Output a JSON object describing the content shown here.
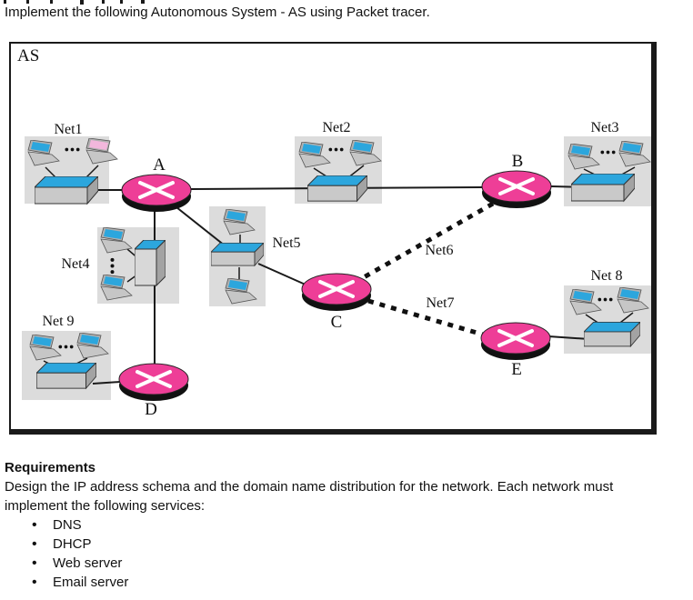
{
  "page": {
    "instruction": "Implement the following Autonomous System - AS using Packet tracer."
  },
  "diagram": {
    "as_label": "AS",
    "routers": {
      "a": "A",
      "b": "B",
      "c": "C",
      "d": "D",
      "e": "E"
    },
    "networks": {
      "net1": "Net1",
      "net2": "Net2",
      "net3": "Net3",
      "net4": "Net4",
      "net5": "Net5",
      "net6": "Net6",
      "net7": "Net7",
      "net8": "Net 8",
      "net9": "Net 9"
    },
    "colors": {
      "router_fill": "#ee3e97",
      "device_blue": "#2ca6dd",
      "lan_box_bg": "#dcdcdc",
      "line": "#1a1a1a"
    }
  },
  "requirements": {
    "heading": "Requirements",
    "intro_line1": "Design the IP address schema and the domain name distribution for the network. Each network must",
    "intro_line2": "implement the following services:",
    "services": [
      "DNS",
      "DHCP",
      "Web server",
      "Email server"
    ]
  }
}
